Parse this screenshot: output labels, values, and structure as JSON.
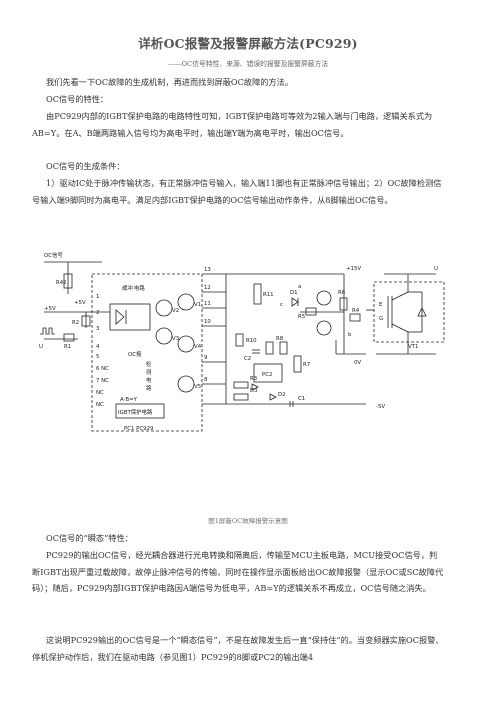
{
  "doc": {
    "title": "详析OC报警及报警屏蔽方法(PC929)",
    "subtitle": "——OC信号特性、来源、错误的报警及报警屏蔽方法",
    "paragraphs": [
      "我们先看一下OC故障的生成机制，再进而找到屏蔽OC故障的方法。",
      "OC信号的特性：",
      "由PC929内部的IGBT保护电路的电路特性可知，IGBT保护电路可等效为2输入端与门电路，逻辑关系式为AB=Y。在A、B端两路输入信号均为高电平时，输出端Y端为高电平时，输出OC信号。",
      "OC信号的生成条件：",
      "1）驱动IC处于脉冲传输状态，有正常脉冲信号输入，输入端11脚也有正常脉冲信号输出；2）OC故障检测信号输入端9脚同时为高电平。满足内部IGBT保护电路的OC信号输出动作条件，从8脚输出OC信号。",
      "OC信号的“瞬态”特性：",
      "PC929的输出OC信号，经光耦合器进行光电转换和隔离后，传输至MCU主板电路，MCU接受OC信号，判断IGBT出现严重过载故障，故停止脉冲信号的传输，同时在操作显示面板给出OC故障报警（显示OC或SC故障代码）；随后，PC929内部IGBT保护电路因A端信号为低电平，AB=Y的逻辑关系不再成立，OC信号随之消失。",
      "这说明PC929输出的OC信号是一个“瞬态信号”，不是在故障发生后一直“保持住”的。当变频器实施OC报警、停机保护动作后，我们在驱动电路（参见图1）PC929的8脚或PC2的输出端4"
    ],
    "figure_caption": "图1屏蔽OC故障报警示意图"
  },
  "schematic": {
    "labels": {
      "ocsig": "OC信号",
      "r42": "R42",
      "p5v": "+5V",
      "p5v_in": "+5V",
      "r1": "R1",
      "r2": "R2",
      "wave": "∩∩",
      "u": "U",
      "buffer_a": "缓冲",
      "buffer_b": "电路",
      "ic_pin1": "1",
      "ic_pin2": "2",
      "ic_pin3": "3",
      "ic_pin4": "4",
      "ic_pin5": "5",
      "ic_pin6": "6 NC",
      "ic_pin7": "7 NC",
      "nc1": "NC",
      "nc2": "NC",
      "pin13": "13",
      "pin12": "12",
      "pin11": "11",
      "pin10": "10",
      "pin9": "9",
      "pin8": "8",
      "v1": "V1",
      "v2": "V2",
      "v3": "V3",
      "v4": "V4",
      "r3": "R3",
      "r7": "R7",
      "r4": "R4",
      "r5": "R5",
      "r6": "R6",
      "r8": "R8",
      "r10": "R10",
      "r11": "R11",
      "c1": "C1",
      "c2": "C2",
      "pc2": "PC2",
      "d1": "D1",
      "d2": "D2",
      "d3": "D3",
      "v5": "V5",
      "ocled": "OC报",
      "detect_a": "检",
      "detect_b": "测",
      "detect_c": "电",
      "detect_d": "路",
      "tb": "A·B=Y",
      "igbt_protect": "IGBT保护电路",
      "ic_name": "PC1 PC929",
      "plus15": "+15V",
      "minus5": "-5V",
      "zero": "0V",
      "a": "a",
      "b": "b",
      "c": "c",
      "e": "E",
      "g": "G",
      "vt1": "VT1",
      "out_u": "U"
    }
  }
}
